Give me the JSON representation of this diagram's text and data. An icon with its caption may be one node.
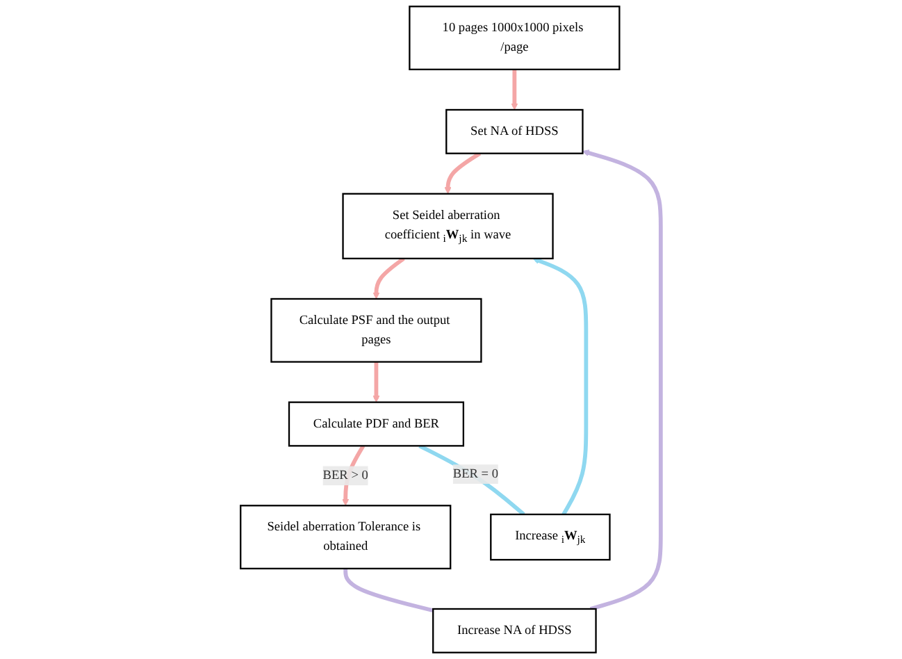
{
  "diagram": {
    "nodes": [
      {
        "text": [
          "10 pages 1000x1000 pixels /page"
        ]
      },
      {
        "text": [
          "Set NA of HDSS"
        ]
      },
      {
        "text": [
          "Set Seidel aberration coefficient $_{i}$**W**$_{jk}$ in wave"
        ]
      },
      {
        "text": [
          "Calculate PSF and the output pages"
        ]
      },
      {
        "text": [
          "Calculate PDF and BER"
        ]
      },
      {
        "text": [
          "Seidel aberration Tolerance is obtained"
        ]
      },
      {
        "text": [
          "Increase NA of HDSS"
        ]
      },
      {
        "text": [
          "Increase $_{i}$**W**$_{jk}$"
        ]
      }
    ],
    "edges": [
      {
        "from": 0,
        "to": 1,
        "arrow": "to"
      },
      {
        "from": 1,
        "to": 2,
        "arrow": "to"
      },
      {
        "from": 2,
        "to": 3,
        "arrow": "to"
      },
      {
        "from": 3,
        "to": 4,
        "arrow": "to"
      },
      {
        "from": 4,
        "to": 5,
        "label": "BER > 0",
        "arrow": "to"
      },
      {
        "from": 4,
        "to": 7,
        "label": "BER = 0",
        "arrow": "none",
        "color": "#8fd8f0"
      },
      {
        "from": 7,
        "to": 2,
        "arrow": "to",
        "color": "#8fd8f0"
      },
      {
        "from": 5,
        "to": 6,
        "arrow": "none",
        "color": "#c3b3e0"
      },
      {
        "from": 6,
        "to": 1,
        "arrow": "to",
        "color": "#c3b3e0"
      }
    ]
  }
}
